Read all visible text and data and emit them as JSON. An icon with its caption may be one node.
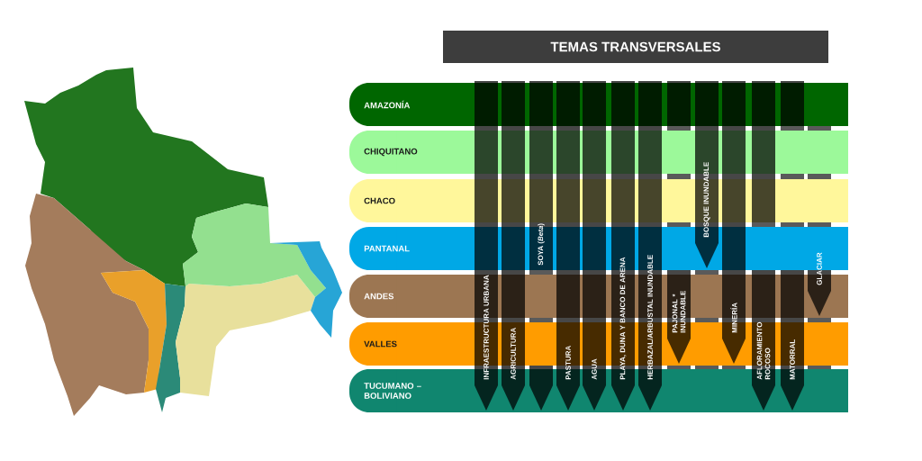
{
  "diagram": {
    "nodes": [
      {
        "text": [
          "TEMAS TRANSVERSALES"
        ]
      },
      {
        "text": [
          "AMAZONÍA"
        ]
      },
      {
        "text": [
          "CHIQUITANO"
        ]
      },
      {
        "text": [
          "CHACO"
        ]
      },
      {
        "text": [
          "PANTANAL"
        ]
      },
      {
        "text": [
          "ANDES"
        ]
      },
      {
        "text": [
          "VALLES"
        ]
      },
      {
        "text": [
          "TUCUMANO – BOLIVIANO"
        ]
      },
      {
        "text": [
          "INFRAESTRUCTURA URBANA"
        ]
      },
      {
        "text": [
          "AGRICULTURA"
        ]
      },
      {
        "text": [
          "SOYA (*Beta*)"
        ]
      },
      {
        "text": [
          "PASTURA"
        ]
      },
      {
        "text": [
          "AGUA"
        ]
      },
      {
        "text": [
          "PLAYA, DUNA Y BANCO DE ARENA"
        ]
      },
      {
        "text": [
          "HERBAZAL/ARBUSTAL INUNDABLE"
        ]
      },
      {
        "text": [
          "PAJONAL * INUNDABLE"
        ]
      },
      {
        "text": [
          "BOSQUE INUNDABLE"
        ]
      },
      {
        "text": [
          "MINERÍA"
        ]
      },
      {
        "text": [
          "AFLORAMIENTO ROCOSO"
        ]
      },
      {
        "text": [
          "MATORRAL"
        ]
      },
      {
        "text": [
          "GLACIAR"
        ]
      }
    ]
  }
}
